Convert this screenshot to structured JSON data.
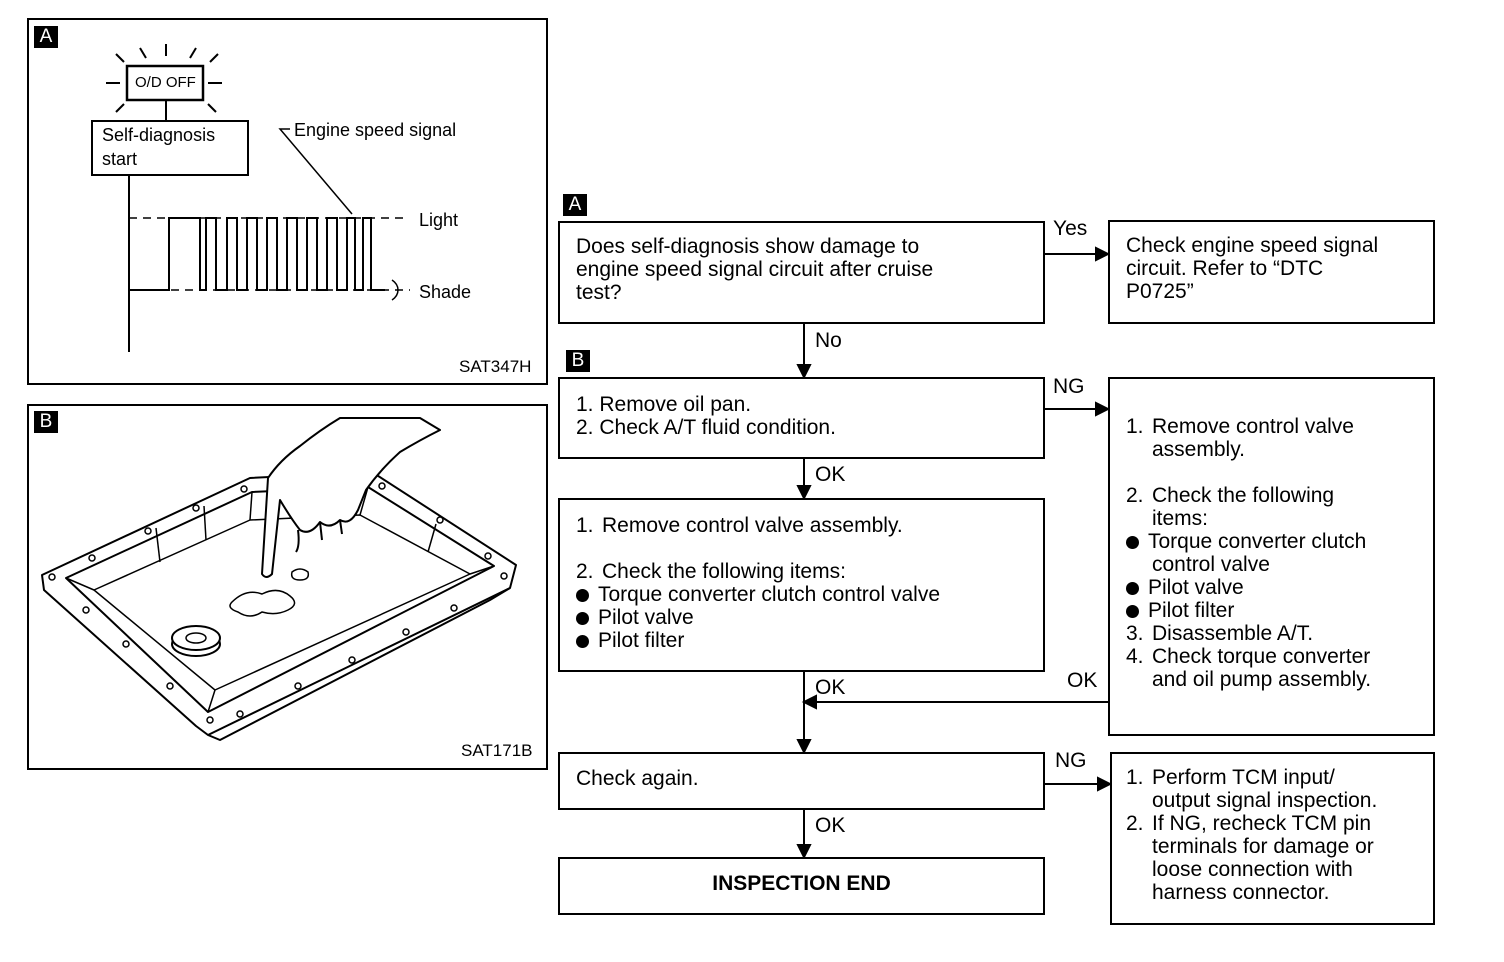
{
  "figA": {
    "tag": "A",
    "lamp": "O/D OFF",
    "start_line1": "Self-diagnosis",
    "start_line2": "start",
    "engine_signal": "Engine speed signal",
    "light": "Light",
    "shade": "Shade",
    "code": "SAT347H"
  },
  "figB": {
    "tag": "B",
    "code": "SAT171B"
  },
  "flow": {
    "tagA": "A",
    "tagB": "B",
    "q1": [
      "Does self-diagnosis show damage to",
      "engine speed signal circuit after cruise",
      "test?"
    ],
    "yes": "Yes",
    "no": "No",
    "r1": [
      "Check engine speed signal",
      "circuit. Refer to “DTC",
      "P0725”"
    ],
    "q2": [
      "1. Remove oil pan.",
      "2. Check A/T fluid condition."
    ],
    "ng1": "NG",
    "ok1": "OK",
    "q3": {
      "item1": "Remove control valve assembly.",
      "item2": "Check the following items:",
      "bullets": [
        "Torque converter clutch control valve",
        "Pilot valve",
        "Pilot filter"
      ]
    },
    "r2": {
      "item1": [
        "Remove control valve",
        "assembly."
      ],
      "item2": [
        "Check the following",
        "items:"
      ],
      "bullet1": [
        "Torque converter clutch",
        "control valve"
      ],
      "bullet2": "Pilot valve",
      "bullet3": "Pilot filter",
      "item3": "Disassemble A/T.",
      "item4": [
        "Check torque converter",
        "and oil pump assembly."
      ]
    },
    "ok2": "OK",
    "ok3": "OK",
    "q4": "Check again.",
    "ng2": "NG",
    "ok4": "OK",
    "end": "INSPECTION END",
    "r3": {
      "item1": [
        "Perform TCM input/",
        "output signal inspection."
      ],
      "item2": [
        "If NG, recheck TCM pin",
        "terminals for damage or",
        "loose connection with",
        "harness connector."
      ]
    }
  },
  "colors": {
    "ink": "#000000",
    "paper": "#ffffff"
  }
}
